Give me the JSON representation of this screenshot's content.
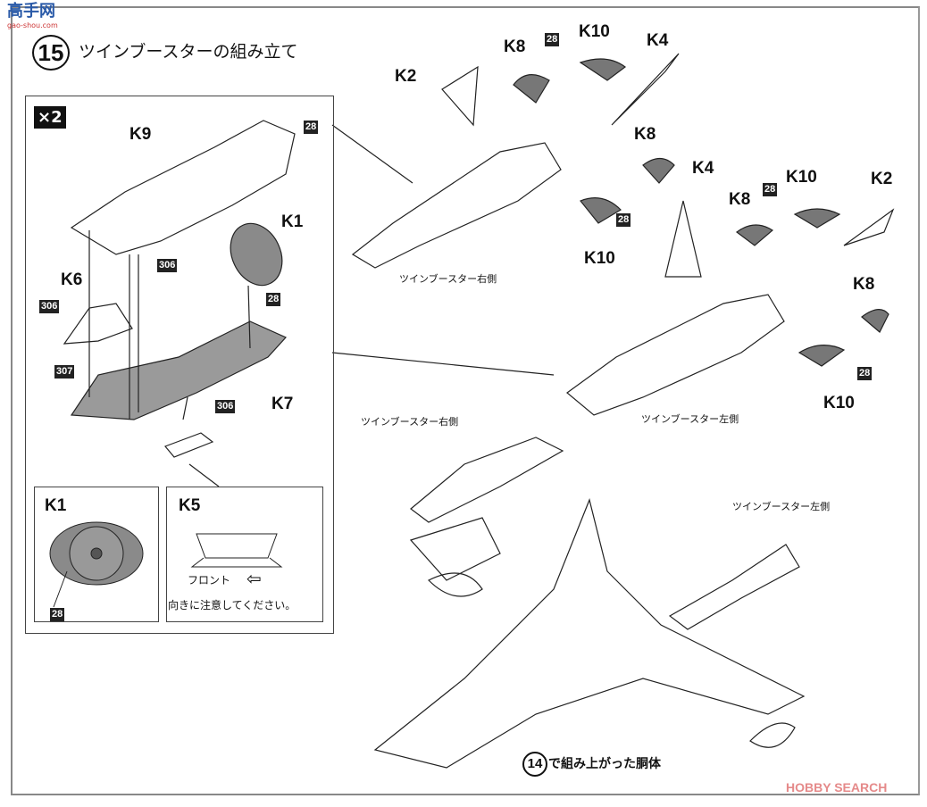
{
  "watermark_top": {
    "logo_text": "高手网",
    "url_text": "gao-shou.com"
  },
  "step": {
    "number": "15",
    "title": "ツインブースターの組み立て"
  },
  "multiplier": "×2",
  "left_panel": {
    "labels": {
      "k9": "K9",
      "k1": "K1",
      "k6": "K6",
      "k7": "K7"
    },
    "color_codes": {
      "c1": "28",
      "c2": "306",
      "c3": "306",
      "c4": "28",
      "c5": "307",
      "c6": "306"
    }
  },
  "detail_k1": {
    "title": "K1",
    "color_code": "28"
  },
  "detail_k5": {
    "title": "K5",
    "front_label": "フロント",
    "front_arrow": "⇦",
    "note": "向きに注意してください。"
  },
  "right_upper": {
    "labels": {
      "k2a": "K2",
      "k8a": "K8",
      "k10a": "K10",
      "k4a": "K4",
      "k8b": "K8",
      "k10b": "K10"
    },
    "color_codes": {
      "a": "28",
      "b": "28"
    },
    "caption": "ツインブースター右側"
  },
  "right_lower": {
    "labels": {
      "k4": "K4",
      "k10a": "K10",
      "k2": "K2",
      "k8a": "K8",
      "k8b": "K8",
      "k10b": "K10"
    },
    "color_codes": {
      "a": "28",
      "b": "28"
    },
    "caption": "ツインブースター左側"
  },
  "final": {
    "caption_right": "ツインブースター右側",
    "caption_left": "ツインブースター左側",
    "body_step": "14",
    "body_caption": "で組み上がった胴体"
  },
  "watermark_bottom": "HOBBY SEARCH",
  "colors": {
    "part_gray": "#8a8a8a",
    "line": "#222222",
    "watermark": "#e58a8a"
  }
}
